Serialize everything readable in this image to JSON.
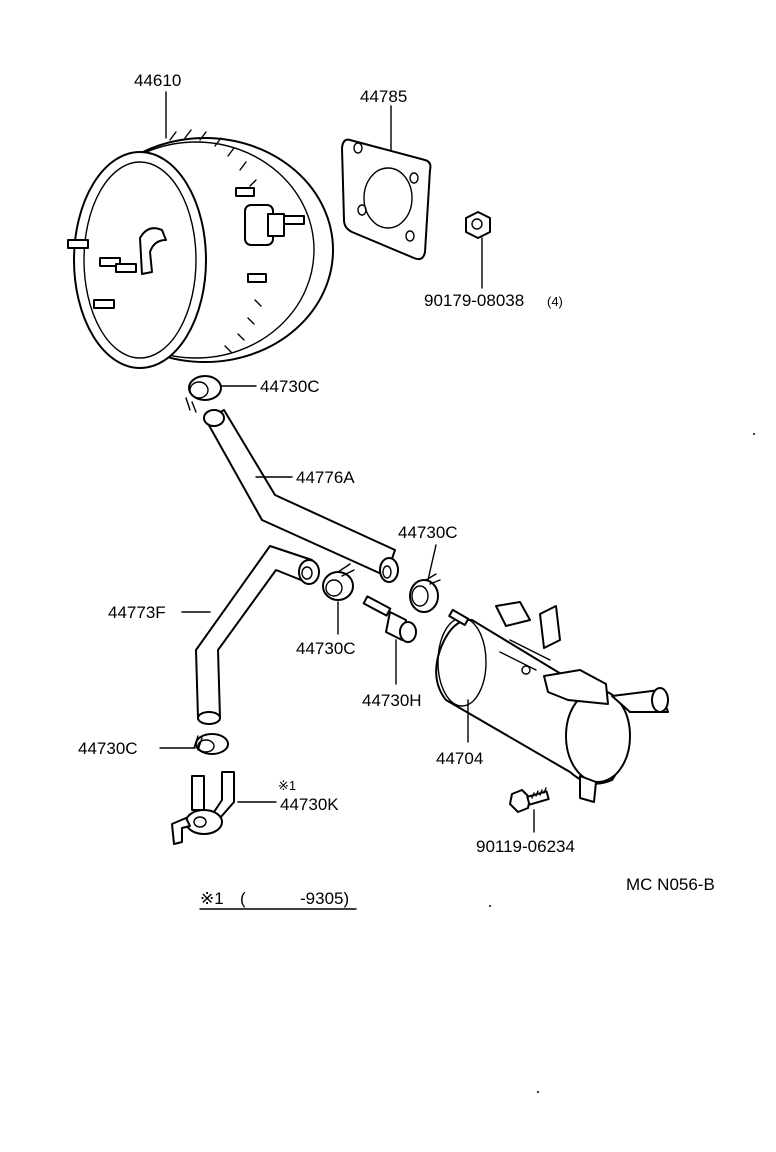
{
  "diagram": {
    "labels": {
      "booster": "44610",
      "gasket": "44785",
      "nut": "90179-08038",
      "nut_qty": "(4)",
      "clamp_top": "44730C",
      "hose_upper": "44776A",
      "clamp_mid_right": "44730C",
      "hose_lower": "44773F",
      "clamp_mid_left": "44730C",
      "check_valve": "44730H",
      "tank": "44704",
      "clamp_bottom": "44730C",
      "union": "44730K",
      "union_mark": "※1",
      "bolt": "90119-06234",
      "diagram_code": "MC N056-B"
    },
    "footnote": {
      "mark": "※1",
      "range": "(",
      "code": "-9305)"
    }
  }
}
